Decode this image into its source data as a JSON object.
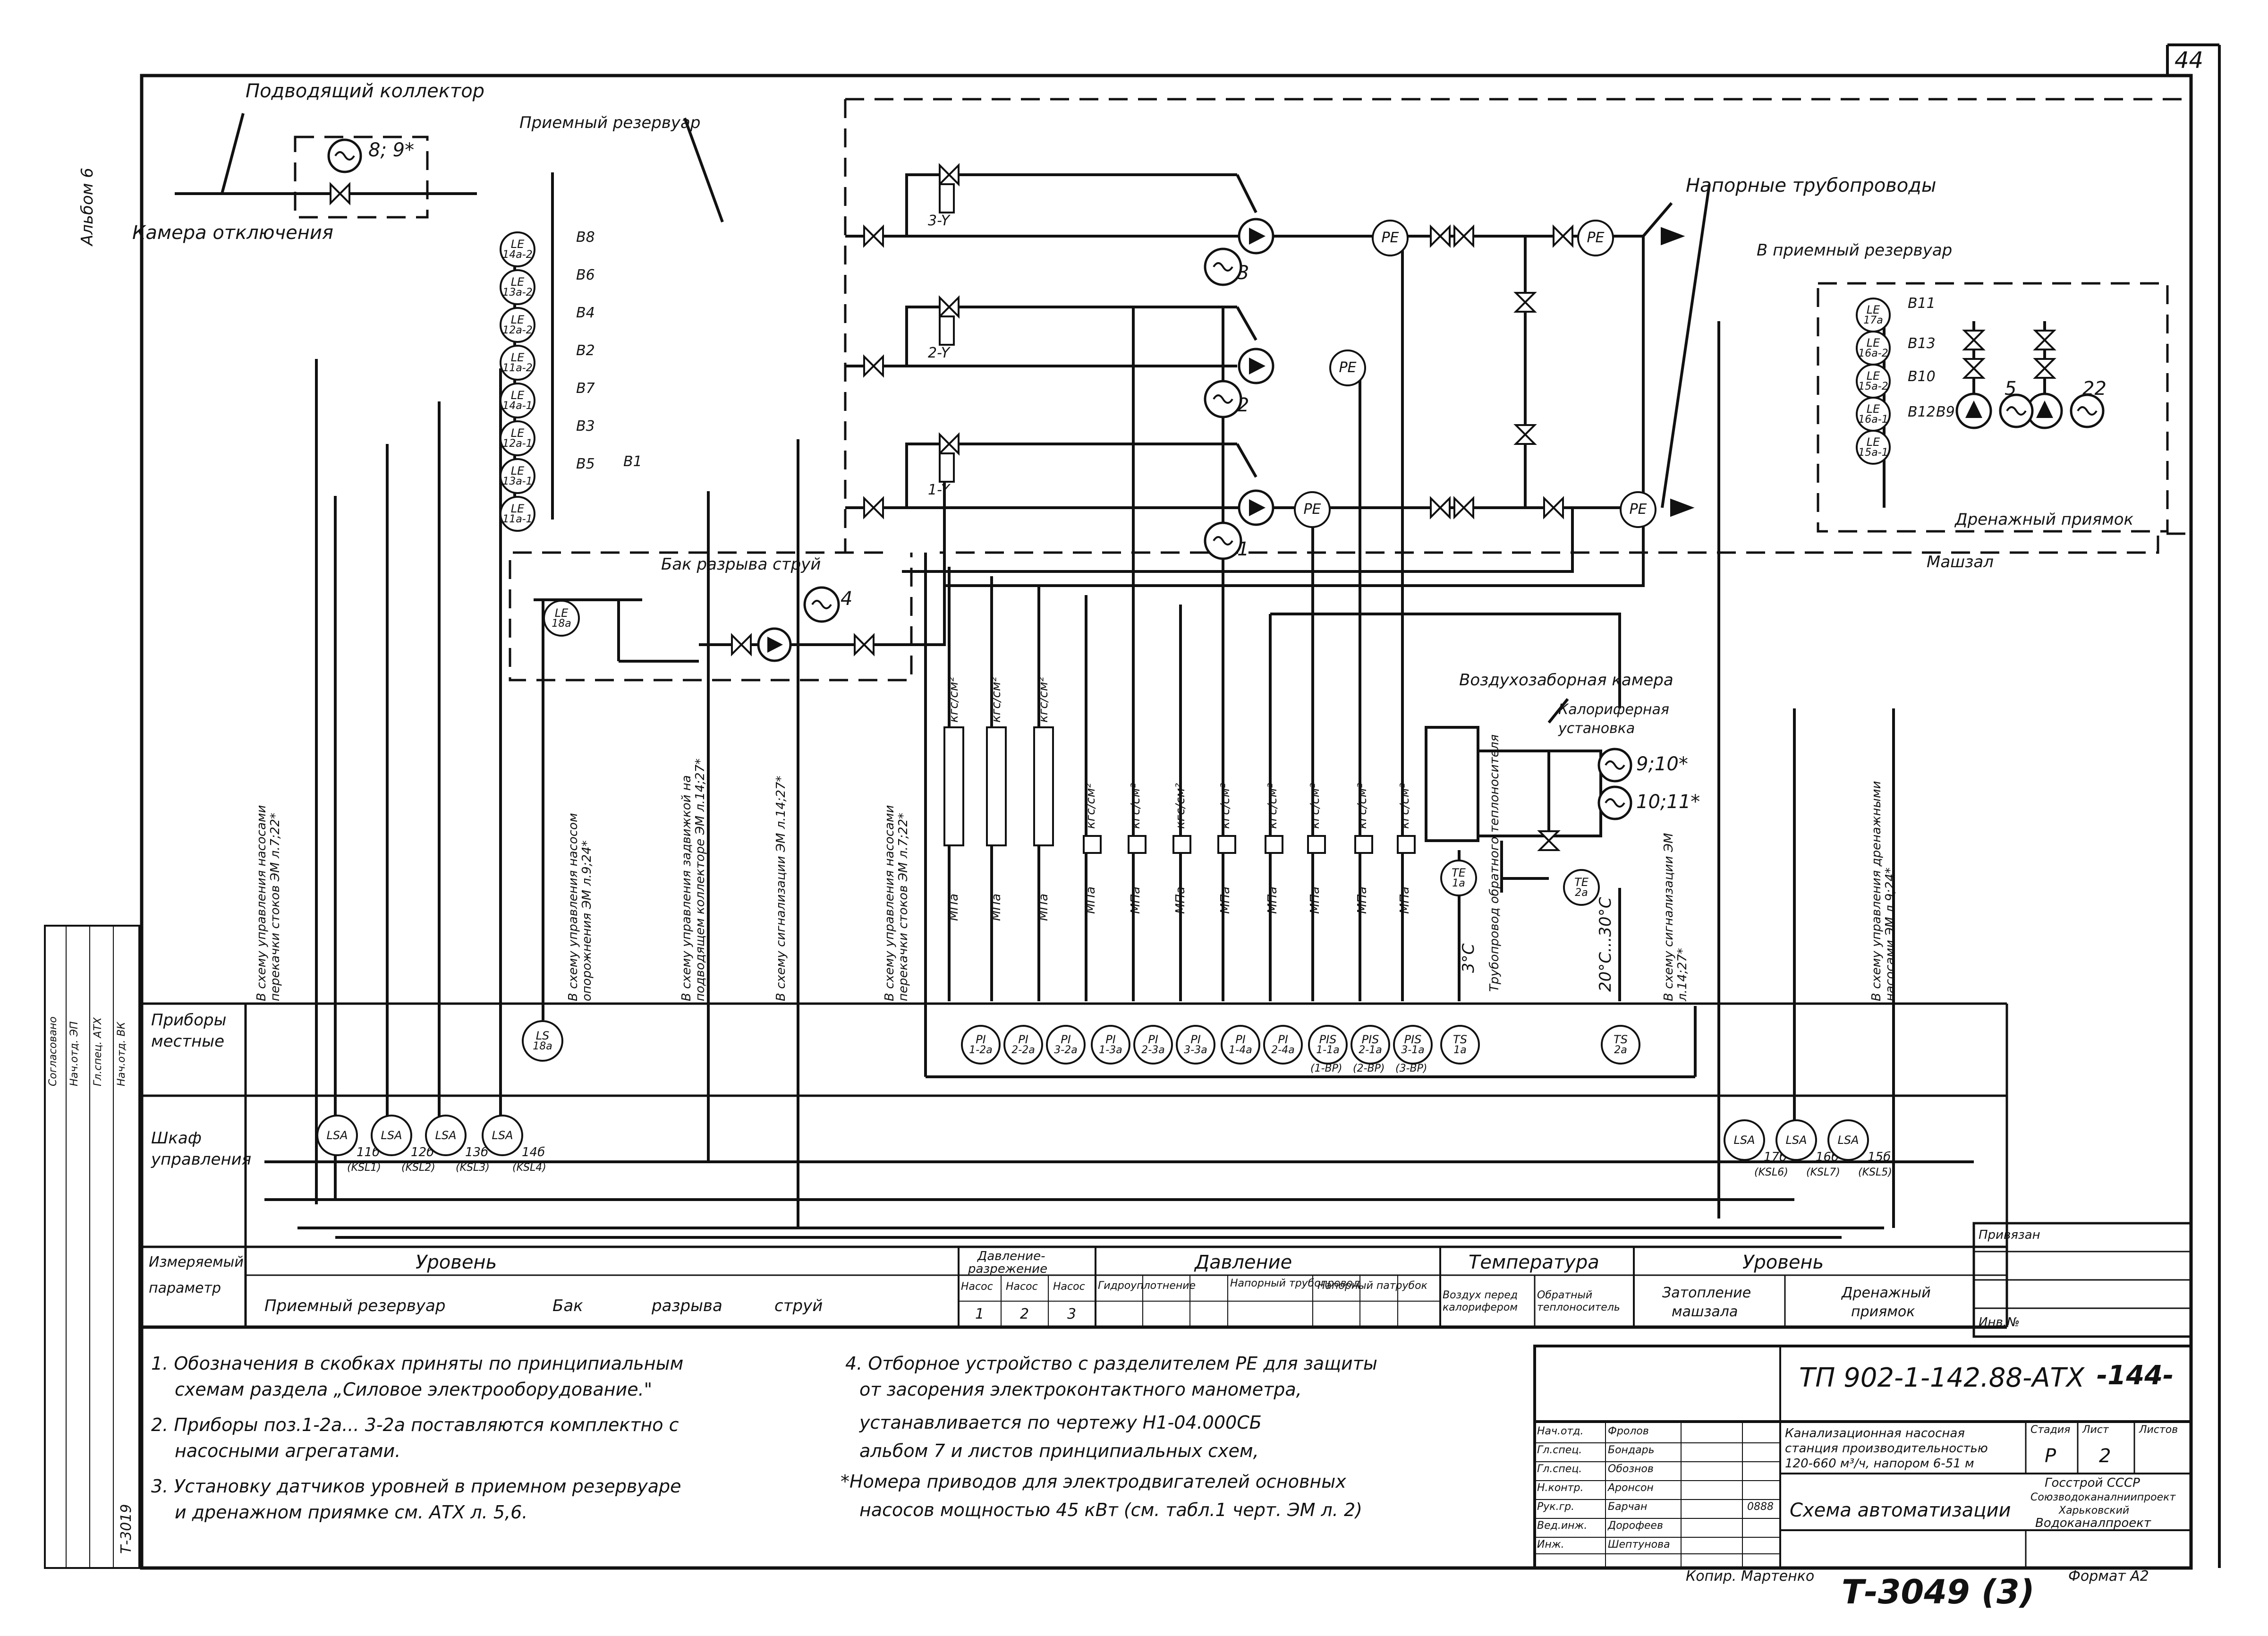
{
  "sheet": {
    "page_number": "44",
    "album": "Альбом 6",
    "stamp_code": "Т-3049 (3)",
    "copy_note": "Копир. Мартенко",
    "format": "Формат А2"
  },
  "labels": {
    "inlet_collector": "Подводящий коллектор",
    "receiving_tank": "Приемный резервуар",
    "shutoff_chamber": "Камера отключения",
    "valve_numbers": "8; 9*",
    "pressure_pipes": "Напорные трубопроводы",
    "to_receiving_tank": "В приемный резервуар",
    "drain_pit": "Дренажный приямок",
    "machine_hall": "Машзал",
    "jet_break_tank": "Бак разрыва струй",
    "air_intake_chamber": "Воздухозаборная камера",
    "heater_unit_1": "Калориферная",
    "heater_unit_2": "установка",
    "heat_carrier_pipe": "Трубопровод обратного теплоносителя",
    "temp_3": "3°С",
    "temp_range": "20°С...30°С",
    "motor_9_10": "9;10*",
    "motor_10_11": "10;11*",
    "pump_1": "1",
    "pump_2": "2",
    "pump_3": "3",
    "pump_4": "4",
    "pump_5": "5",
    "pump_22": "22",
    "solenoid_1": "1-Y",
    "solenoid_2": "2-Y",
    "solenoid_3": "3-Y"
  },
  "level_sensors": [
    {
      "tag": "LE",
      "num": "14а-2",
      "code": "В8"
    },
    {
      "tag": "LE",
      "num": "13а-2",
      "code": "В6"
    },
    {
      "tag": "LE",
      "num": "12а-2",
      "code": "В4"
    },
    {
      "tag": "LE",
      "num": "11а-2",
      "code": "В2"
    },
    {
      "tag": "LE",
      "num": "14а-1",
      "code": "В7"
    },
    {
      "tag": "LE",
      "num": "12а-1",
      "code": "В3"
    },
    {
      "tag": "LE",
      "num": "13а-1",
      "code": "В5"
    },
    {
      "tag": "LE",
      "num": "11а-1",
      "code": "В1"
    }
  ],
  "drain_sensors": [
    {
      "tag": "LE",
      "num": "17а",
      "code": "В11"
    },
    {
      "tag": "LE",
      "num": "16а-2",
      "code": "В13"
    },
    {
      "tag": "LE",
      "num": "15а-2",
      "code": "В10"
    },
    {
      "tag": "LE",
      "num": "16а-1",
      "code": "В12"
    },
    {
      "tag": "LE",
      "num": "15а-1",
      "code": "В9"
    }
  ],
  "jet_break_sensor": {
    "tag": "LE",
    "num": "18а"
  },
  "pe_label": "РЕ",
  "te_sensors": [
    {
      "tag": "ТЕ",
      "num": "1а"
    },
    {
      "tag": "ТЕ",
      "num": "2а"
    }
  ],
  "gauge_units": {
    "kgf": "кгс/см²",
    "mpa": "МПа"
  },
  "vertical_notes": [
    "В схему управления насосами перекачки стоков ЭМ л.7;22*",
    "В схему управления насосом опорожнения ЭМ л.9;24*",
    "В схему управления задвижкой на подводящем коллекторе ЭМ л.14;27*",
    "В схему сигнализации ЭМ л.14;27*",
    "В схему управления насосами перекачки стоков ЭМ л.7;22*",
    "В схему сигнализации ЭМ л.14;27*",
    "В схему управления дренажными насосами ЭМ л.9;24*"
  ],
  "rows": {
    "local_devices_1": "Приборы",
    "local_devices_2": "местные",
    "panel_1": "Шкаф",
    "panel_2": "управления"
  },
  "local_instruments": [
    {
      "tag": "LS",
      "num": "18а",
      "sub": ""
    },
    {
      "tag": "PI",
      "num": "1-2а",
      "sub": ""
    },
    {
      "tag": "PI",
      "num": "2-2а",
      "sub": ""
    },
    {
      "tag": "PI",
      "num": "3-2а",
      "sub": ""
    },
    {
      "tag": "PI",
      "num": "1-3а",
      "sub": ""
    },
    {
      "tag": "PI",
      "num": "2-3а",
      "sub": ""
    },
    {
      "tag": "PI",
      "num": "3-3а",
      "sub": ""
    },
    {
      "tag": "PI",
      "num": "1-4а",
      "sub": ""
    },
    {
      "tag": "PI",
      "num": "2-4а",
      "sub": ""
    },
    {
      "tag": "PIS",
      "num": "1-1а",
      "sub": "(1-ВР)"
    },
    {
      "tag": "PIS",
      "num": "2-1а",
      "sub": "(2-ВР)"
    },
    {
      "tag": "PIS",
      "num": "3-1а",
      "sub": "(3-ВР)"
    },
    {
      "tag": "TS",
      "num": "1а",
      "sub": ""
    },
    {
      "tag": "TS",
      "num": "2а",
      "sub": ""
    }
  ],
  "panel_switches_left": [
    {
      "tag": "LSA",
      "num": "11б",
      "sub": "(KSL1)"
    },
    {
      "tag": "LSA",
      "num": "12б",
      "sub": "(KSL2)"
    },
    {
      "tag": "LSA",
      "num": "13б",
      "sub": "(KSL3)"
    },
    {
      "tag": "LSA",
      "num": "14б",
      "sub": "(KSL4)"
    }
  ],
  "panel_switches_right": [
    {
      "tag": "LSA",
      "num": "17б",
      "sub": "(KSL6)"
    },
    {
      "tag": "LSA",
      "num": "16б",
      "sub": "(KSL7)"
    },
    {
      "tag": "LSA",
      "num": "15б",
      "sub": "(KSL5)"
    }
  ],
  "param_table": {
    "header_1": "Измеряемый",
    "header_2": "параметр",
    "level": "Уровень",
    "receiving_tank": "Приемный резервуар",
    "jet_tank_1": "Бак",
    "jet_tank_2": "разрыва",
    "jet_tank_3": "струй",
    "pressure_diff_1": "Давление-",
    "pressure_diff_2": "разрежение",
    "pump": "Насос",
    "n1": "1",
    "n2": "2",
    "n3": "3",
    "pressure": "Давление",
    "hydraulic_seal": "Гидроуплотнение",
    "pressure_pipe": "Напорный трубопровод",
    "pressure_nozzle": "Напорный патрубок",
    "temperature": "Температура",
    "air_before_heater": "Воздух перед калорифером",
    "return_heat_carrier": "Обратный теплоноситель",
    "level_right": "Уровень",
    "hall_flooding_1": "Затопление",
    "hall_flooding_2": "машзала",
    "drain_pit_1": "Дренажный",
    "drain_pit_2": "приямок"
  },
  "notes_left": [
    "1. Обозначения в скобках приняты по принципиальным",
    "схемам раздела „Силовое электрооборудование.\"",
    "2. Приборы поз.1-2а... 3-2а поставляются комплектно с",
    "насосными агрегатами.",
    "3. Установку датчиков уровней в приемном резервуаре",
    "и дренажном приямке см. АТХ л. 5,6."
  ],
  "notes_right": [
    "4. Отборное устройство с разделителем РЕ для защиты",
    "от засорения электроконтактного манометра,",
    "устанавливается по чертежу Н1-04.000СБ",
    "альбом 7 и листов принципиальных схем,",
    "*Номера приводов для электродвигателей основных",
    "насосов мощностью 45 кВт (см. табл.1 черт. ЭМ л. 2)"
  ],
  "title_block": {
    "doc_code": "ТП 902-1-142.88-АТХ",
    "doc_suffix": "-144-",
    "roles": [
      "Нач.отд.",
      "Гл.спец.",
      "Гл.спец.",
      "Н.контр.",
      "Рук.гр.",
      "Вед.инж.",
      "Инж."
    ],
    "names": [
      "Фролов",
      "Бондарь",
      "Обознов",
      "Аронсон",
      "Барчан",
      "Дорофеев",
      "Шептунова"
    ],
    "date": "0888",
    "project_1": "Канализационная насосная",
    "project_2": "станция производительностью",
    "project_3": "120-660 м³/ч, напором 6-51 м",
    "stage_label": "Стадия",
    "sheet_label": "Лист",
    "sheets_label": "Листов",
    "stage": "Р",
    "sheet": "2",
    "org_1": "Госстрой СССР",
    "org_2": "Союзводоканалниипроект",
    "org_3": "Харьковский",
    "org_4": "Водоканалпроект",
    "drawing_name": "Схема автоматизации",
    "privyazan": "Привязан",
    "inv_no": "Инв.№"
  },
  "left_strip": {
    "series": "Т-3019",
    "items": [
      "Согласовано",
      "Нач.отд. ЭП",
      "Гл.спец. АТХ",
      "Нач.отд. ВК"
    ]
  }
}
